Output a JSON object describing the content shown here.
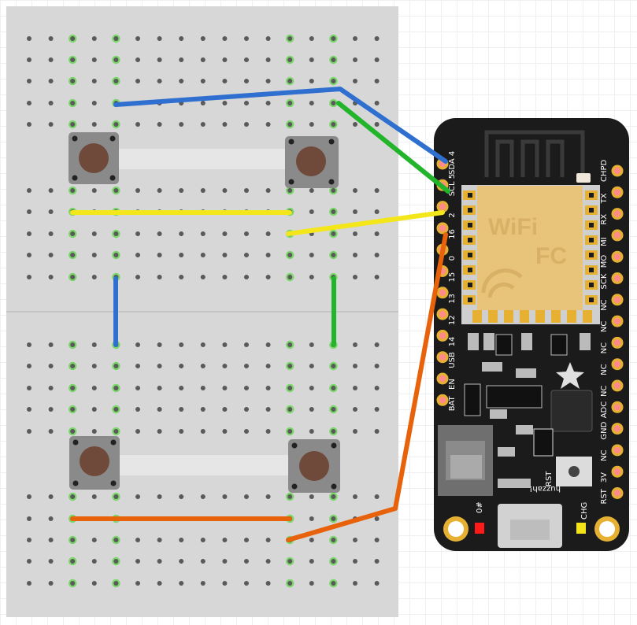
{
  "colors": {
    "blue_wire": "#2f6fd0",
    "green_wire": "#22b42a",
    "yellow_wire": "#f3e61a",
    "orange_wire": "#e8620b",
    "breadboard": "#d7d7d7",
    "board": "#1b1b1b",
    "pad": "#e6b033",
    "button_cap": "#6f4a3a"
  },
  "board": {
    "name_label": "huzzah!",
    "wifi_label": "WiFi",
    "fcc_label": "FC",
    "rst_label": "RST",
    "chg_label": "CHG",
    "led_label": "0#",
    "left_pins": [
      "SDA 4",
      "SCL 5",
      "2",
      "16",
      "0",
      "15",
      "13",
      "12",
      "14",
      "USB",
      "EN",
      "BAT"
    ],
    "right_pins": [
      "CHPD",
      "TX",
      "RX",
      "MI",
      "MO",
      "SCK",
      "NC",
      "NC",
      "NC",
      "NC",
      "NC",
      "ADC",
      "GND",
      "NC",
      "3V",
      "RST"
    ]
  }
}
